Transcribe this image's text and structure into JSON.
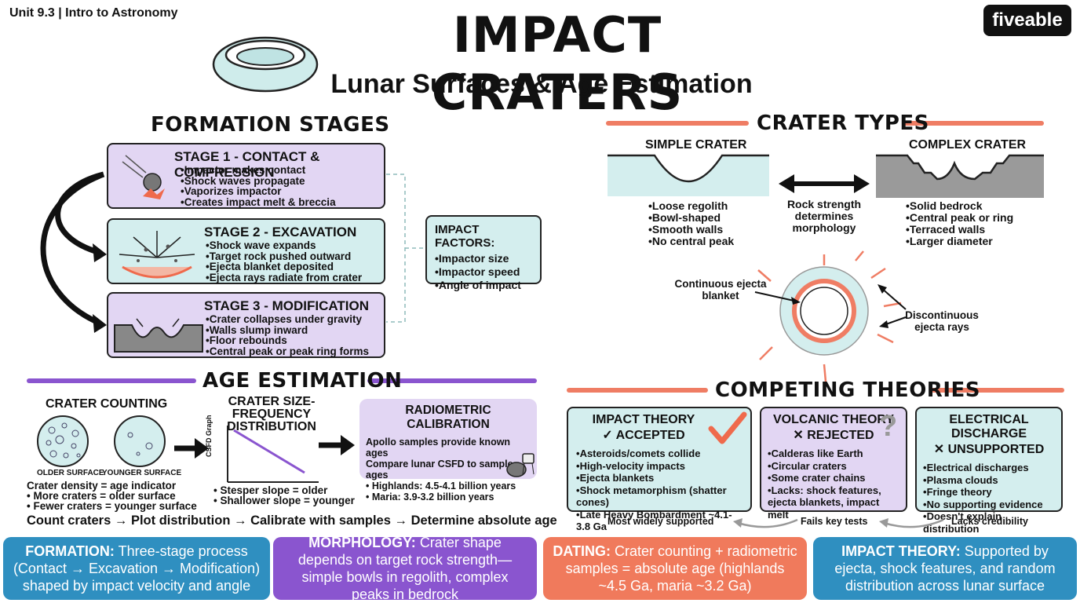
{
  "header": {
    "unit_label": "Unit 9.3 | Intro to Astronomy",
    "title": "IMPACT CRATERS",
    "subtitle": "Lunar Surfaces & Age Estimation",
    "brand": "fiveable"
  },
  "formation": {
    "section_title": "FORMATION STAGES",
    "stages": [
      {
        "title": "STAGE 1 - CONTACT & COMPRESSION",
        "items": [
          "Impactor makes contact",
          "Shock waves propagate",
          "Vaporizes impactor",
          "Creates impact melt & breccia"
        ]
      },
      {
        "title": "STAGE 2 - EXCAVATION",
        "items": [
          "Shock wave expands",
          "Target rock pushed outward",
          "Ejecta blanket deposited",
          "Ejecta rays radiate from crater"
        ]
      },
      {
        "title": "STAGE 3 - MODIFICATION",
        "items": [
          "Crater collapses under gravity",
          "Walls slump inward",
          "Floor rebounds",
          "Central peak or peak ring forms"
        ]
      }
    ],
    "factors": {
      "title": "IMPACT FACTORS:",
      "items": [
        "Impactor size",
        "Impactor speed",
        "Angle of impact"
      ]
    }
  },
  "crater_types": {
    "section_title": "CRATER TYPES",
    "simple": {
      "title": "SIMPLE CRATER",
      "items": [
        "Loose regolith",
        "Bowl-shaped",
        "Smooth walls",
        "No central peak"
      ]
    },
    "complex": {
      "title": "COMPLEX CRATER",
      "items": [
        "Solid bedrock",
        "Central peak or ring",
        "Terraced walls",
        "Larger diameter"
      ]
    },
    "middle_text": "Rock strength determines morphology",
    "ejecta_continuous": "Continuous ejecta blanket",
    "ejecta_rays": "Discontinuous ejecta rays"
  },
  "age": {
    "section_title": "AGE ESTIMATION",
    "counting_title": "CRATER COUNTING",
    "older_label": "OLDER SURFACE",
    "younger_label": "YOUNGER SURFACE",
    "counting_notes": [
      "Crater density = age indicator",
      "• More craters = older surface",
      "• Fewer craters = younger surface"
    ],
    "csfd_title": "CRATER SIZE-FREQUENCY DISTRIBUTION",
    "csfd_axis": "CSFD Graph",
    "csfd_notes": [
      "• Stesper slope = older",
      "• Shallower slope = younger"
    ],
    "radio_title": "RADIOMETRIC CALIBRATION",
    "radio_lines": [
      "Apollo samples provide known ages",
      "Compare lunar CSFD to sample ages",
      "• Highlands: 4.5-4.1 billion years",
      "• Maria: 3.9-3.2 billion years"
    ],
    "process": "Count craters → Plot distribution → Calibrate with samples → Determine absolute age"
  },
  "theories": {
    "section_title": "COMPETING THEORIES",
    "impact": {
      "title": "IMPACT THEORY",
      "status": "✓ ACCEPTED",
      "items": [
        "Asteroids/comets collide",
        "High-velocity impacts",
        "Ejecta blankets",
        "Shock metamorphism (shatter cones)",
        "Late Heavy Bombardment ~4.1-3.8 Ga"
      ],
      "caption": "Most widely supported"
    },
    "volcanic": {
      "title": "VOLCANIC THEORY",
      "status": "✕ REJECTED",
      "items": [
        "Calderas like Earth",
        "Circular craters",
        "Some crater chains",
        "Lacks: shock features, ejecta blankets, impact melt"
      ],
      "caption": "Fails key tests"
    },
    "electrical": {
      "title": "ELECTRICAL DISCHARGE",
      "status": "✕ UNSUPPORTED",
      "items": [
        "Electrical discharges",
        "Plasma clouds",
        "Fringe theory",
        "No supporting evidence",
        "Doesn't explain distribution"
      ],
      "caption": "Lacks credibility"
    }
  },
  "footer": [
    {
      "key": "FORMATION:",
      "text": "Three-stage process (Contact → Excavation → Modification) shaped by impact velocity and angle",
      "color": "#2f8fc0"
    },
    {
      "key": "MORPHOLOGY:",
      "text": "Crater shape depends on target rock strength—simple bowls in regolith, complex peaks in bedrock",
      "color": "#8a55cf"
    },
    {
      "key": "DATING:",
      "text": "Crater counting + radiometric samples = absolute age (highlands ~4.5 Ga, maria ~3.2 Ga)",
      "color": "#f07a5c"
    },
    {
      "key": "IMPACT THEORY:",
      "text": "Supported by ejecta, shock features, and random distribution across lunar surface",
      "color": "#2f8fc0"
    }
  ],
  "colors": {
    "purple": "#e2d6f3",
    "cyan": "#d4eeee",
    "salmon": "#ef7d64",
    "violet": "#8a55cf",
    "check": "#ef6a4c"
  }
}
